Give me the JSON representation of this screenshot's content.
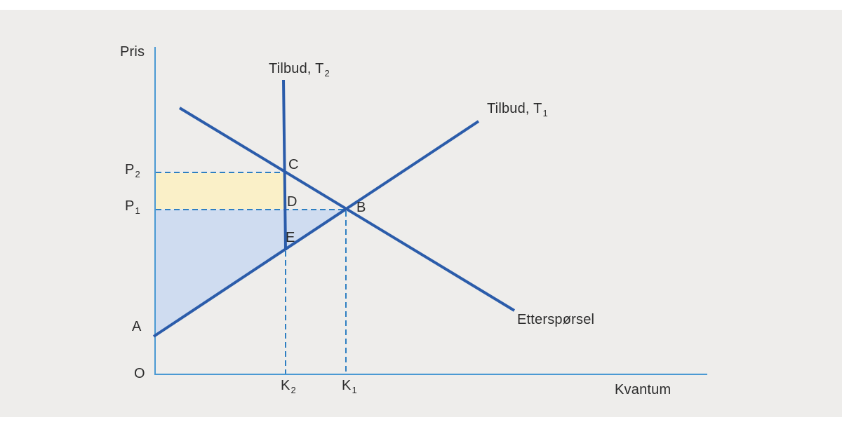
{
  "colors": {
    "background": "#ffffff",
    "panel": "#eeedeb",
    "axis": "#4a99d3",
    "curve": "#2b5caa",
    "dashed": "#2e7fc2",
    "region_yellow": "#faf0c8",
    "region_blue": "#cfdcf0",
    "text": "#2c2c2c"
  },
  "labels": {
    "pris": "Pris",
    "kvantum": "Kvantum",
    "origin": "O",
    "tilbud_t2_main": "Tilbud, T",
    "tilbud_t2_sub": "2",
    "tilbud_t1_main": "Tilbud, T",
    "tilbud_t1_sub": "1",
    "etterspoersel": "Etterspørsel",
    "p2_main": "P",
    "p2_sub": "2",
    "p1_main": "P",
    "p1_sub": "1",
    "k2_main": "K",
    "k2_sub": "2",
    "k1_main": "K",
    "k1_sub": "1",
    "point_a": "A",
    "point_b": "B",
    "point_c": "C",
    "point_d": "D",
    "point_e": "E"
  },
  "chart_data": {
    "type": "line",
    "title": "",
    "xlabel": "Kvantum",
    "ylabel": "Pris",
    "origin_label": "O",
    "legend_position": "inline-curve-labels",
    "grid": false,
    "description": "Supply-demand diagram: original supply Tilbud T1 (A to B), shifted near-vertical supply Tilbud T2, demand curve Etterspørsel. Equilibria B (P1,K1) and C (P2,K2). D on T2 at price P1, E where T2 meets T1. Yellow rectangle = price rise area between P1 and P2 up to K2; blue triangle = area under P1 above T1.",
    "axes": {
      "px": [
        [
          221,
          67
        ],
        [
          221,
          534
        ],
        [
          1008,
          534
        ]
      ],
      "y_tick_labels": [
        "P2",
        "P1",
        "A",
        "O"
      ],
      "x_tick_labels": [
        "K2",
        "K1"
      ]
    },
    "series": [
      {
        "id": "tilbud-t1",
        "name": "Tilbud, T1",
        "role": "supply-initial",
        "px": [
          [
            219,
            480
          ],
          [
            682,
            173
          ]
        ]
      },
      {
        "id": "tilbud-t2",
        "name": "Tilbud, T2",
        "role": "supply-shifted",
        "px": [
          [
            404,
            114
          ],
          [
            407,
            357
          ]
        ]
      },
      {
        "id": "etterspoersel",
        "name": "Etterspørsel",
        "role": "demand",
        "px": [
          [
            256,
            154
          ],
          [
            733,
            443
          ]
        ]
      }
    ],
    "dashed_guides": [
      {
        "id": "p2-level",
        "from_label": "P2",
        "px": [
          [
            222,
            246
          ],
          [
            404,
            246
          ]
        ]
      },
      {
        "id": "p1-level",
        "from_label": "P1",
        "px": [
          [
            222,
            299
          ],
          [
            492,
            299
          ]
        ]
      },
      {
        "id": "k2-level",
        "from_label": "K2",
        "px": [
          [
            407,
            358
          ],
          [
            407,
            533
          ]
        ]
      },
      {
        "id": "k1-level",
        "from_label": "K1",
        "px": [
          [
            493,
            301
          ],
          [
            493,
            533
          ]
        ]
      }
    ],
    "regions": [
      {
        "id": "price-rise-rectangle",
        "fill_key": "region_yellow",
        "px": [
          [
            222,
            247
          ],
          [
            404,
            247
          ],
          [
            404,
            298
          ],
          [
            222,
            298
          ]
        ]
      },
      {
        "id": "surplus-triangle",
        "fill_key": "region_blue",
        "px": [
          [
            222,
            299
          ],
          [
            492,
            299
          ],
          [
            222,
            478
          ]
        ]
      }
    ],
    "points": [
      {
        "label": "A",
        "meaning": "supply T1 intercept on price axis"
      },
      {
        "label": "B",
        "meaning": "equilibrium of T1 and demand at (K1, P1)"
      },
      {
        "label": "C",
        "meaning": "equilibrium of T2 and demand at (K2, P2)"
      },
      {
        "label": "D",
        "meaning": "point on T2 at price P1"
      },
      {
        "label": "E",
        "meaning": "intersection of T2 with T1"
      }
    ]
  }
}
